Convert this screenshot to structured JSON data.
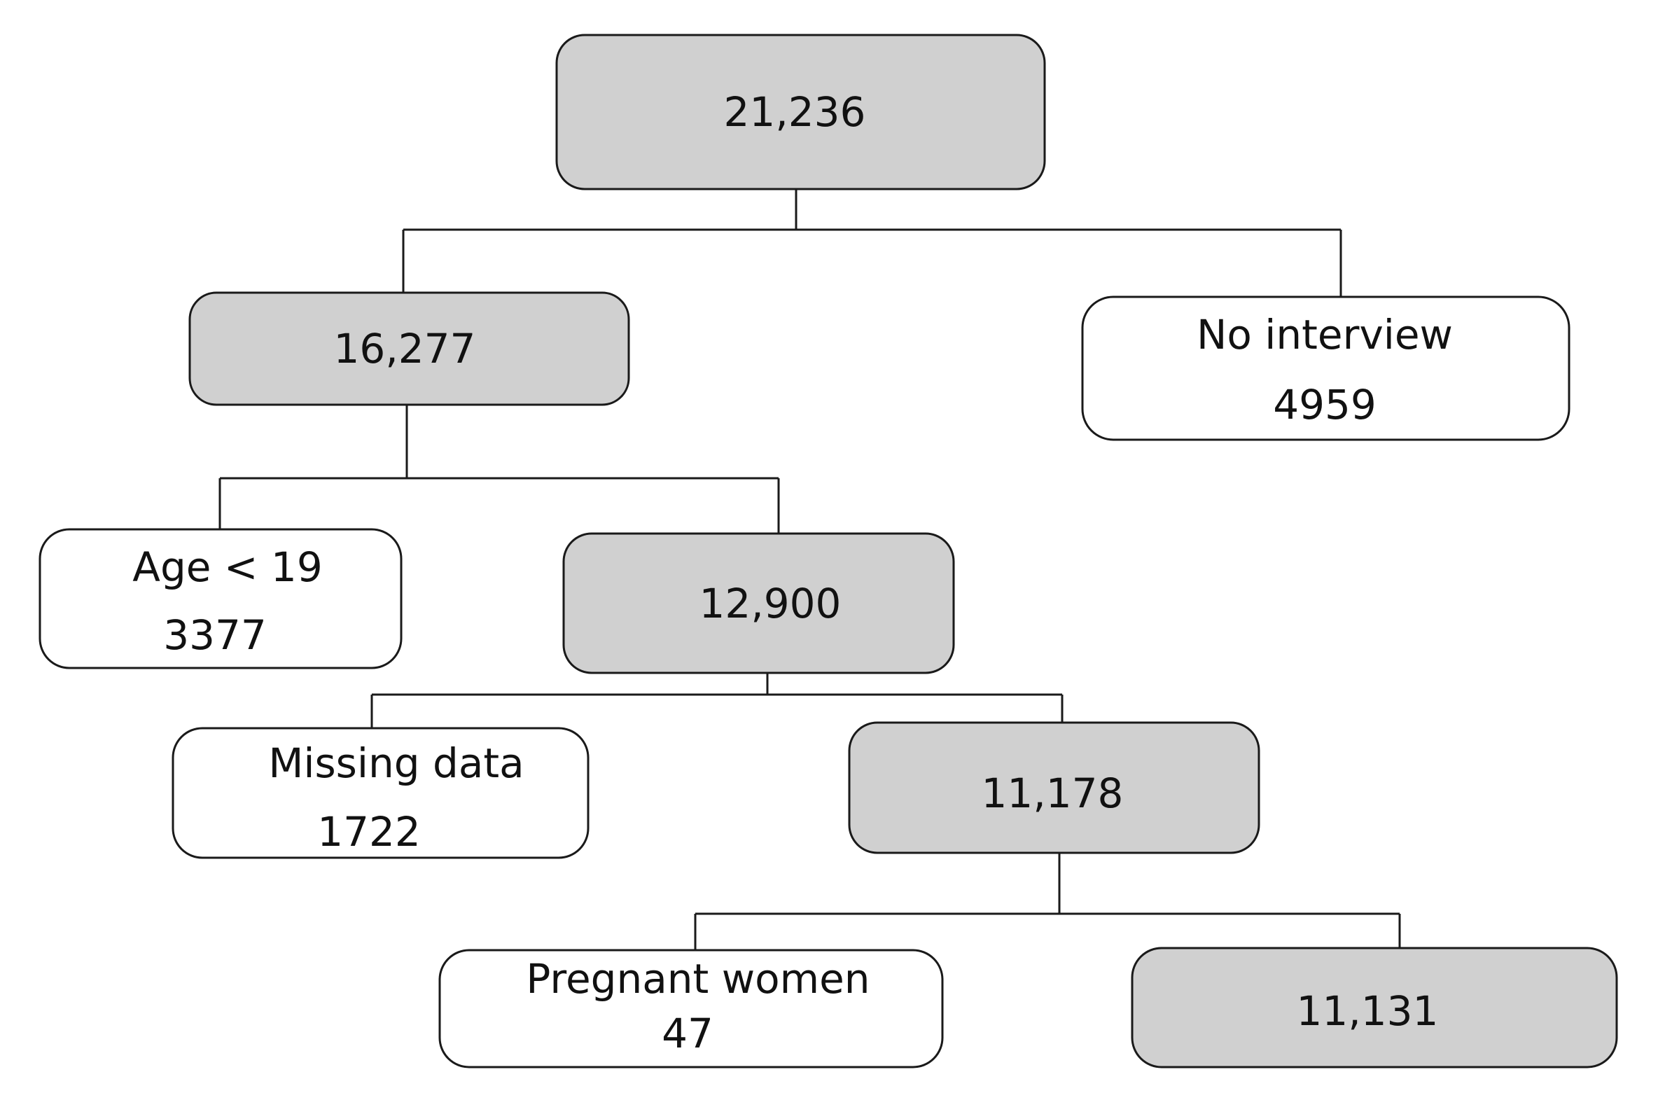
{
  "colors": {
    "box_fill": "#d0d0d0",
    "box_empty": "#ffffff",
    "stroke": "#1a1a1a"
  },
  "nodes": {
    "total": {
      "count": "21,236"
    },
    "after_interview": {
      "count": "16,277"
    },
    "no_interview": {
      "label": "No interview",
      "count": "4959"
    },
    "age_excluded": {
      "label": "Age < 19",
      "count": "3377"
    },
    "after_age": {
      "count": "12,900"
    },
    "missing_data": {
      "label": "Missing data",
      "count": "1722"
    },
    "after_missing": {
      "count": "11,178"
    },
    "pregnant": {
      "label": "Pregnant women",
      "count": "47"
    },
    "final": {
      "count": "11,131"
    }
  }
}
